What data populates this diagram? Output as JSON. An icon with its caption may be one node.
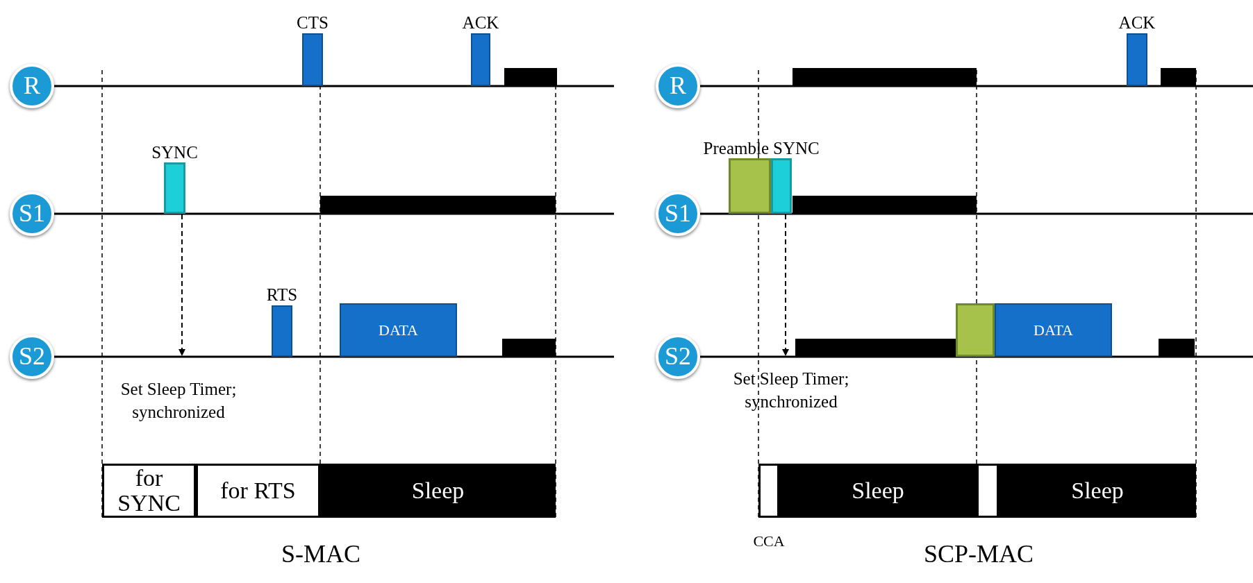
{
  "diagram": {
    "nodes": [
      {
        "text": [
          "R"
        ]
      },
      {
        "text": [
          "CTS"
        ]
      },
      {
        "text": [
          "ACK"
        ]
      },
      {
        "text": [],
        "shape": "bar"
      },
      {
        "text": [
          "S1"
        ]
      },
      {
        "text": [
          "SYNC"
        ]
      },
      {
        "text": [],
        "shape": "bar"
      },
      {
        "text": [
          "S2"
        ]
      },
      {
        "text": [
          "RTS"
        ]
      },
      {
        "text": [
          "DATA"
        ]
      },
      {
        "text": [],
        "shape": "bar"
      },
      {
        "text": [
          "for SYNC"
        ]
      },
      {
        "text": [
          "for RTS"
        ]
      },
      {
        "text": [
          "Sleep"
        ]
      },
      {
        "text": [
          "R"
        ]
      },
      {
        "text": [],
        "shape": "bar"
      },
      {
        "text": [
          "ACK"
        ]
      },
      {
        "text": [],
        "shape": "bar"
      },
      {
        "text": [
          "S1"
        ]
      },
      {
        "text": [
          "Preamble"
        ]
      },
      {
        "text": [
          "SYNC"
        ]
      },
      {
        "text": [],
        "shape": "bar"
      },
      {
        "text": [
          "S2"
        ]
      },
      {
        "text": [],
        "shape": "bar"
      },
      {
        "text": [],
        "shape": "box"
      },
      {
        "text": [
          "DATA"
        ]
      },
      {
        "text": [],
        "shape": "bar"
      },
      {
        "text": [],
        "shape": "box"
      },
      {
        "text": [
          "Sleep"
        ]
      },
      {
        "text": [],
        "shape": "box"
      },
      {
        "text": [
          "Sleep"
        ]
      }
    ],
    "edges": [
      {
        "from": 5,
        "to": null,
        "arrow": "to",
        "style": "dashed"
      },
      {
        "from": 20,
        "to": 23,
        "arrow": "to",
        "style": "dashed"
      }
    ],
    "labels": [
      "Set Sleep Timer; synchronized",
      "S-MAC",
      "Set Sleep Timer; synchronized",
      "CCA",
      "SCP-MAC"
    ]
  }
}
